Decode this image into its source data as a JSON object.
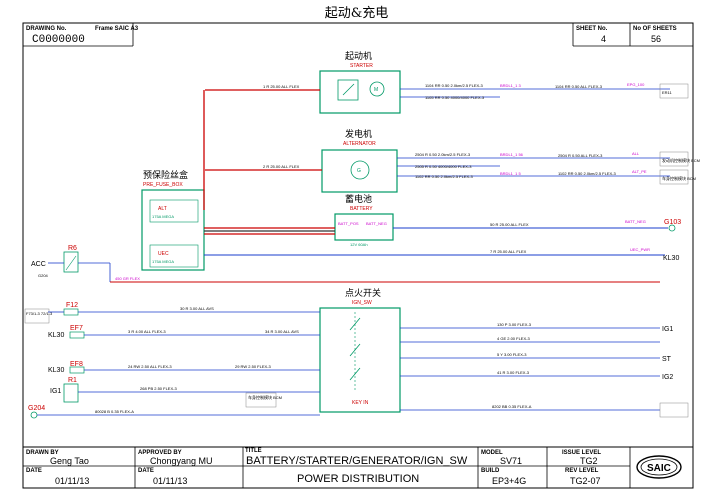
{
  "page_title": "起动&充电",
  "header": {
    "drawing_no_label": "DRAWING No.",
    "frame_label": "Frame SAIC A3",
    "drawing_no": "C0000000",
    "sheet_no_label": "SHEET No.",
    "sheet_no": "4",
    "no_of_sheets_label": "No OF SHEETS",
    "no_of_sheets": "56"
  },
  "components": {
    "starter": {
      "cn": "起动机",
      "en": "STARTER"
    },
    "alternator": {
      "cn": "发电机",
      "en": "ALTERNATOR"
    },
    "pre_fuse": {
      "cn": "预保险丝盒",
      "en": "PRE_FUSE_BOX",
      "fuse1": "ALT",
      "fuse1_rating": "175A MEGA",
      "fuse2": "UEC",
      "fuse2_rating": "175A MEGA"
    },
    "battery": {
      "cn": "蓄电池",
      "en": "BATTERY",
      "pos": "BATT_POS",
      "neg": "BATT_NEG",
      "rating": "12V 60Ah"
    },
    "ign_sw": {
      "cn": "点火开关",
      "en": "IGN_SW",
      "key_in": "KEY IN"
    }
  },
  "left_labels": {
    "acc": "ACC",
    "acc_conn": "G204",
    "r6": "R6",
    "f12": "F12",
    "kl30_a": "KL30",
    "ef7": "EF7",
    "kl30_b": "KL30",
    "ef8": "EF8",
    "ig1": "IG1",
    "r1": "R1",
    "g204": "G204",
    "side_note_a": "F73/1-3  72/1-3",
    "side_note_b": "CNBL-2"
  },
  "right_labels": {
    "er11": "ER11",
    "ecm": "发动机控制模块 ECM",
    "bcm": "车身控制模块 BCM",
    "g103": "G103",
    "kl30": "KL30",
    "ig1": "IG1",
    "st": "ST",
    "ig2": "IG2"
  },
  "wire_labels": {
    "w_starter_in": "1 R 25.00 ALL FLEX",
    "w_starter_out1": "1104 RR 0.50 2.0km/2.5 FLEX-3",
    "w_starter_out2": "1105 RR 0.50 4000/4000 FLEX-3",
    "w_alt_in": "2 R 25.00 ALL FLEX",
    "w_alt_out1": "2504 R 0.50 2.0km/2.5 FLEX-3",
    "w_alt_out2": "2505 R 0.50 4000/4000 FLEX-3",
    "w_alt_out3": "1102 RR 0.50 2.0km/2.5 FLEX-3",
    "w_batt": "50 R 25.00 ALL FLEX",
    "w_kl30": "7 R 25.00 ALL FLEX",
    "w_acc": "450 GR FLEX",
    "w_f12": "30 R 3.00 ALL AVS",
    "w_ef7": "3 R 4.00 ALL FLEX-3",
    "w_ef7b": "34 R 3.00 ALL AVS",
    "w_ign_ig1": "130 P 3.00 FLEX-3",
    "w_ign_ig1b": "4 GE 2.00 FLEX-3",
    "w_ign_st": "5 Y 3.00 FLEX-3",
    "w_ign_ig2": "41 R 3.00 FLEX-3",
    "w_ef8": "24 RW 2.50 ALL FLEX-3",
    "w_ef8b": "29 RW 2.50 FLEX-3",
    "w_r1": "268 PB 2.50 FLEX-3",
    "w_g204": "80028 B 0.35 FLEX-A",
    "w_key": "8202 BB 0.35 FLEX-A",
    "box_note": "车身控制模块 BCM"
  },
  "title_block": {
    "drawn_by_label": "DRAWN BY",
    "drawn_by": "Geng Tao",
    "approved_by_label": "APPROVED BY",
    "approved_by": "Chongyang MU",
    "title_label": "TITLE",
    "title1": "BATTERY/STARTER/GENERATOR/IGN_SW",
    "title2": "POWER  DISTRIBUTION",
    "model_label": "MODEL",
    "model": "SV71",
    "issue_label": "ISSUE LEVEL",
    "issue": "TG2",
    "date_label": "DATE",
    "date1": "01/11/13",
    "date2_label": "DATE",
    "date2": "01/11/13",
    "build_label": "BUILD",
    "build": "EP3+4G",
    "rev_label": "REV LEVEL",
    "rev": "TG2-07",
    "logo": "SAIC"
  }
}
